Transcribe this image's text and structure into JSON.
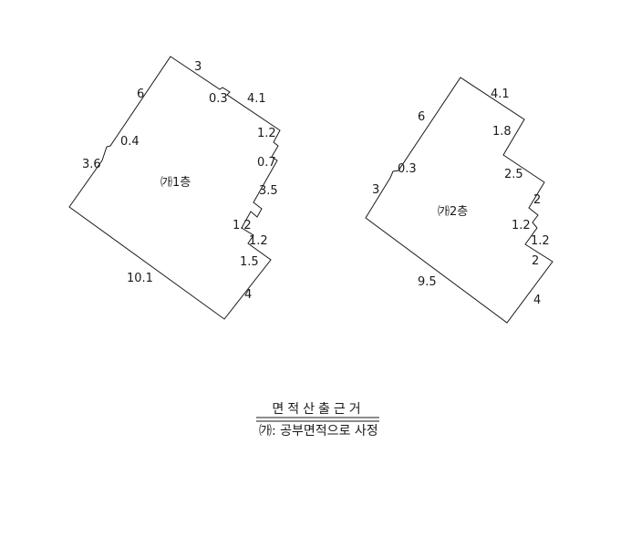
{
  "floor1": {
    "label": "㈎1층",
    "dims": {
      "d_6": "6",
      "d_3": "3",
      "d_0_3": "0.3",
      "d_4_1": "4.1",
      "d_0_4": "0.4",
      "d_3_6": "3.6",
      "d_1_2a": "1.2",
      "d_0_7": "0.7",
      "d_3_5": "3.5",
      "d_1_2b": "1.2",
      "d_1_2c": "1.2",
      "d_1_5": "1.5",
      "d_10_1": "10.1",
      "d_4": "4"
    }
  },
  "floor2": {
    "label": "㈎2층",
    "dims": {
      "d_4_1": "4.1",
      "d_6": "6",
      "d_1_8": "1.8",
      "d_0_3": "0.3",
      "d_2_5": "2.5",
      "d_3": "3",
      "d_2a": "2",
      "d_1_2a": "1.2",
      "d_1_2b": "1.2",
      "d_2b": "2",
      "d_9_5": "9.5",
      "d_4": "4"
    }
  },
  "legend": {
    "title": "면적산출근거",
    "note": "㈎: 공부면적으로 사정"
  }
}
